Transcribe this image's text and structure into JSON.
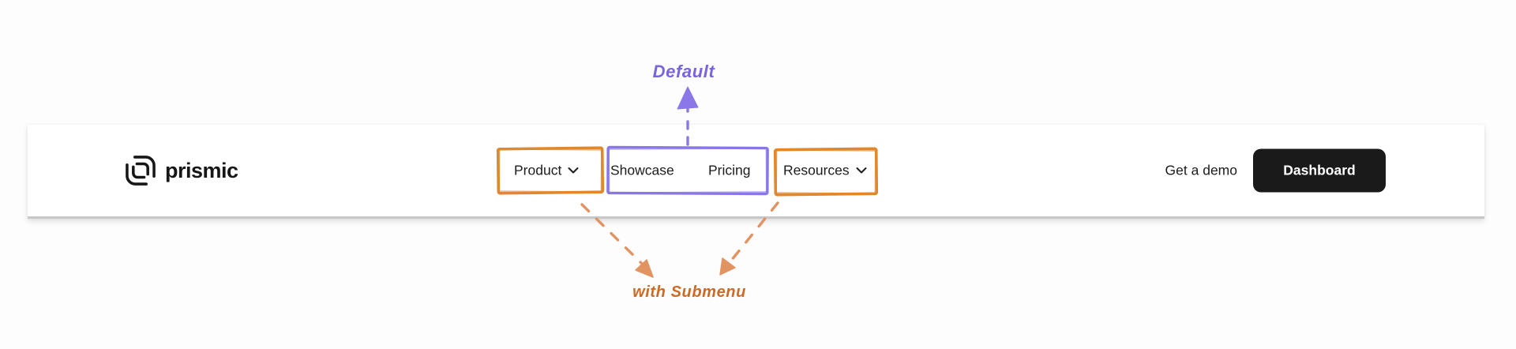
{
  "navbar": {
    "logo": {
      "text": "prismic",
      "icon": "prismic-logo-icon"
    },
    "links": [
      {
        "label": "Product",
        "has_dropdown": true
      },
      {
        "label": "Showcase",
        "has_dropdown": false
      },
      {
        "label": "Pricing",
        "has_dropdown": false
      },
      {
        "label": "Resources",
        "has_dropdown": true
      }
    ],
    "actions": [
      {
        "label": "Get a demo",
        "style": "text-link"
      },
      {
        "label": "Dashboard",
        "style": "primary-button"
      }
    ]
  },
  "annotations": {
    "default_label": "Default",
    "submenu_label": "with Submenu",
    "default_target": "Showcase + Pricing group",
    "submenu_targets": [
      "Product",
      "Resources"
    ]
  },
  "colors": {
    "annotation_purple": "#8b77e8",
    "annotation_orange_box": "#e0882b",
    "annotation_orange_arrow": "#e29362",
    "annotation_orange_text": "#cd6a26",
    "dashboard_button_bg": "#1a1a1a",
    "navbar_bg": "#ffffff",
    "nav_text": "#1c1c1c"
  }
}
